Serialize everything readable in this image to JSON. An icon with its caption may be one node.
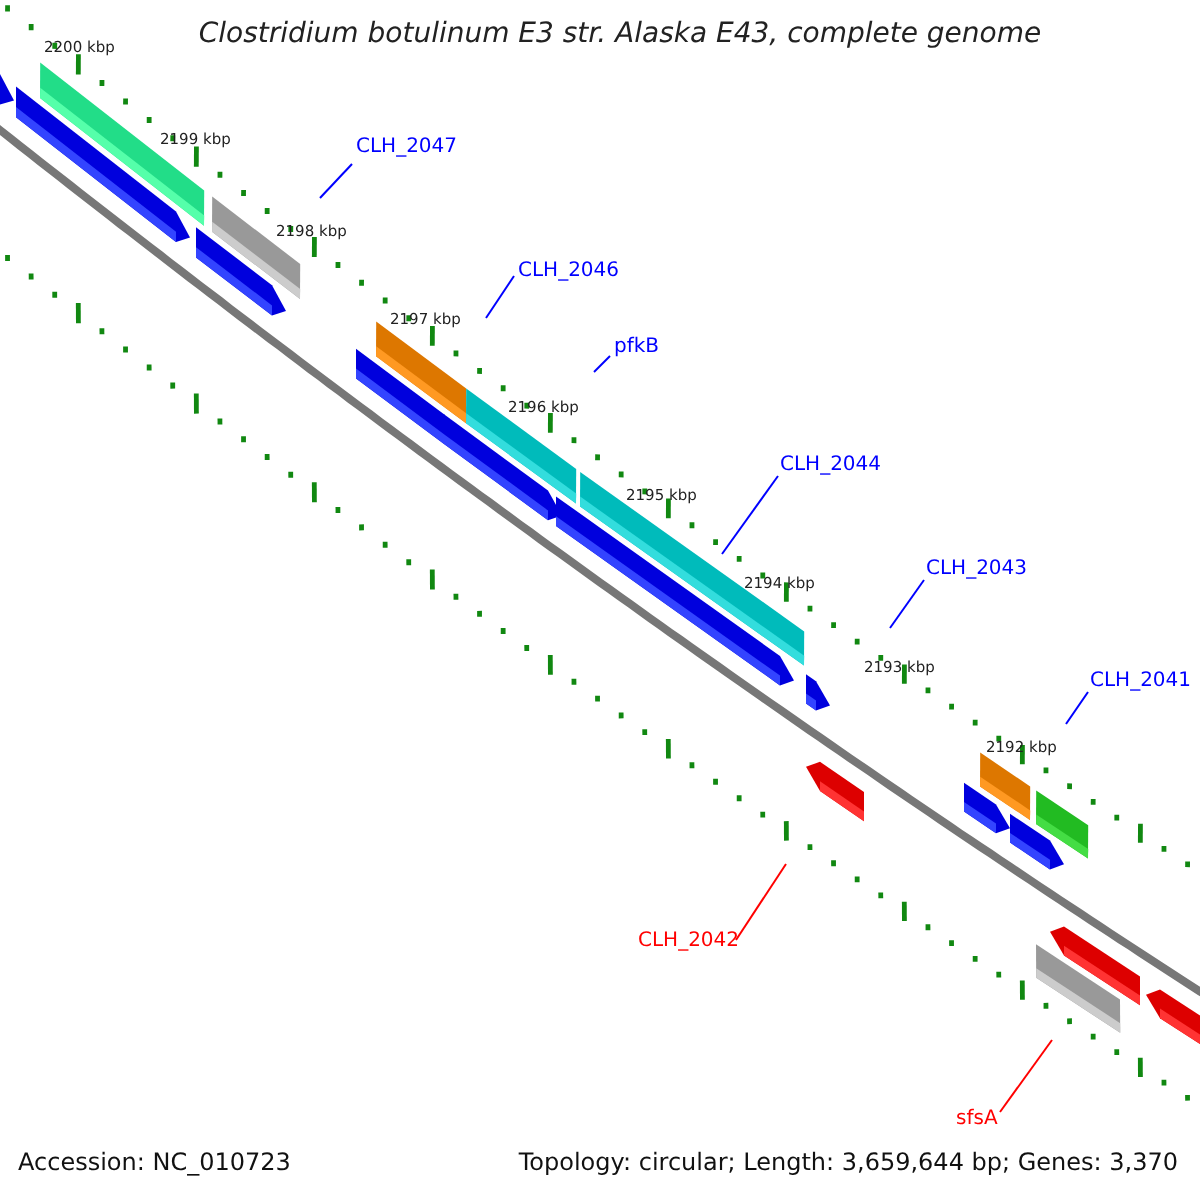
{
  "diagram": {
    "title": "Clostridium botulinum E3 str. Alaska E43, complete genome",
    "nodes": [
      {
        "text": [
          "CLH_2047"
        ]
      },
      {
        "text": [
          "CLH_2046"
        ]
      },
      {
        "text": [
          "pfkB"
        ]
      },
      {
        "text": [
          "CLH_2044"
        ]
      },
      {
        "text": [
          "CLH_2043"
        ]
      },
      {
        "text": [
          "CLH_2041"
        ]
      },
      {
        "text": [
          "CLH_2042"
        ]
      },
      {
        "text": [
          "sfsA"
        ]
      }
    ],
    "edges": [
      {
        "from": 0,
        "to": null,
        "arrow": "none"
      },
      {
        "from": 1,
        "to": null,
        "arrow": "none"
      },
      {
        "from": 2,
        "to": null,
        "arrow": "none"
      },
      {
        "from": 3,
        "to": null,
        "arrow": "none"
      },
      {
        "from": 4,
        "to": null,
        "arrow": "none"
      },
      {
        "from": 5,
        "to": null,
        "arrow": "none"
      },
      {
        "from": 6,
        "to": null,
        "arrow": "none",
        "color": "#ff0000"
      },
      {
        "from": 7,
        "to": null,
        "arrow": "none",
        "color": "#ff0000"
      }
    ],
    "labels": [
      "2200 kbp",
      "2199 kbp",
      "2198 kbp",
      "2197 kbp",
      "2196 kbp",
      "2195 kbp",
      "2194 kbp",
      "2193 kbp",
      "2192 kbp",
      "Accession: NC_010723",
      "Topology: circular; Length: 3,659,644 bp; Genes: 3,370"
    ]
  }
}
